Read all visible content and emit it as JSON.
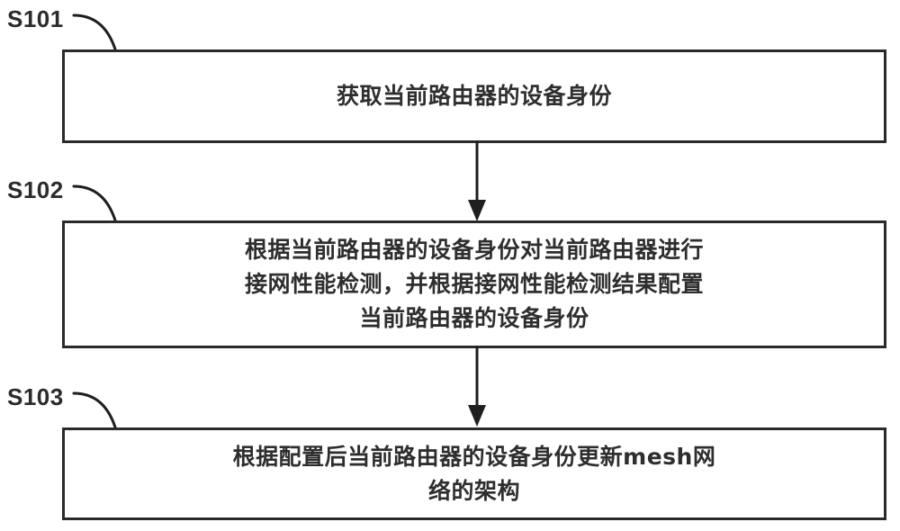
{
  "diagram": {
    "type": "flowchart",
    "orientation": "vertical",
    "title": "",
    "steps": [
      {
        "ref": "S101",
        "text": "获取当前路由器的设备身份"
      },
      {
        "ref": "S102",
        "text": "根据当前路由器的设备身份对当前路由器进行\n接网性能检测，并根据接网性能检测结果配置\n当前路由器的设备身份"
      },
      {
        "ref": "S103",
        "text": "根据配置后当前路由器的设备身份更新mesh网\n络的架构"
      }
    ],
    "connectors": [
      {
        "from": "S101",
        "to": "S102",
        "style": "solid-arrow-down"
      },
      {
        "from": "S102",
        "to": "S103",
        "style": "solid-arrow-down"
      }
    ],
    "colors": {
      "background": "#ffffff",
      "box_border": "#2a2a2a",
      "box_fill": "#ffffff",
      "text": "#2e2e2e",
      "connector": "#1f1f1f"
    }
  }
}
